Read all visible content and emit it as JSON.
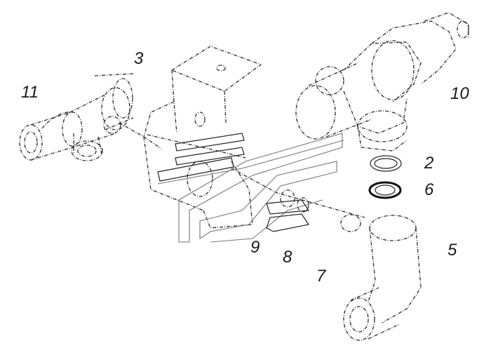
{
  "diagram": {
    "callouts": [
      {
        "id": "callout-11",
        "text": "11"
      },
      {
        "id": "callout-3",
        "text": "3"
      },
      {
        "id": "callout-10",
        "text": "10"
      },
      {
        "id": "callout-2",
        "text": "2"
      },
      {
        "id": "callout-6",
        "text": "6"
      },
      {
        "id": "callout-5",
        "text": "5"
      },
      {
        "id": "callout-9",
        "text": "9"
      },
      {
        "id": "callout-8",
        "text": "8"
      },
      {
        "id": "callout-7",
        "text": "7"
      }
    ]
  }
}
